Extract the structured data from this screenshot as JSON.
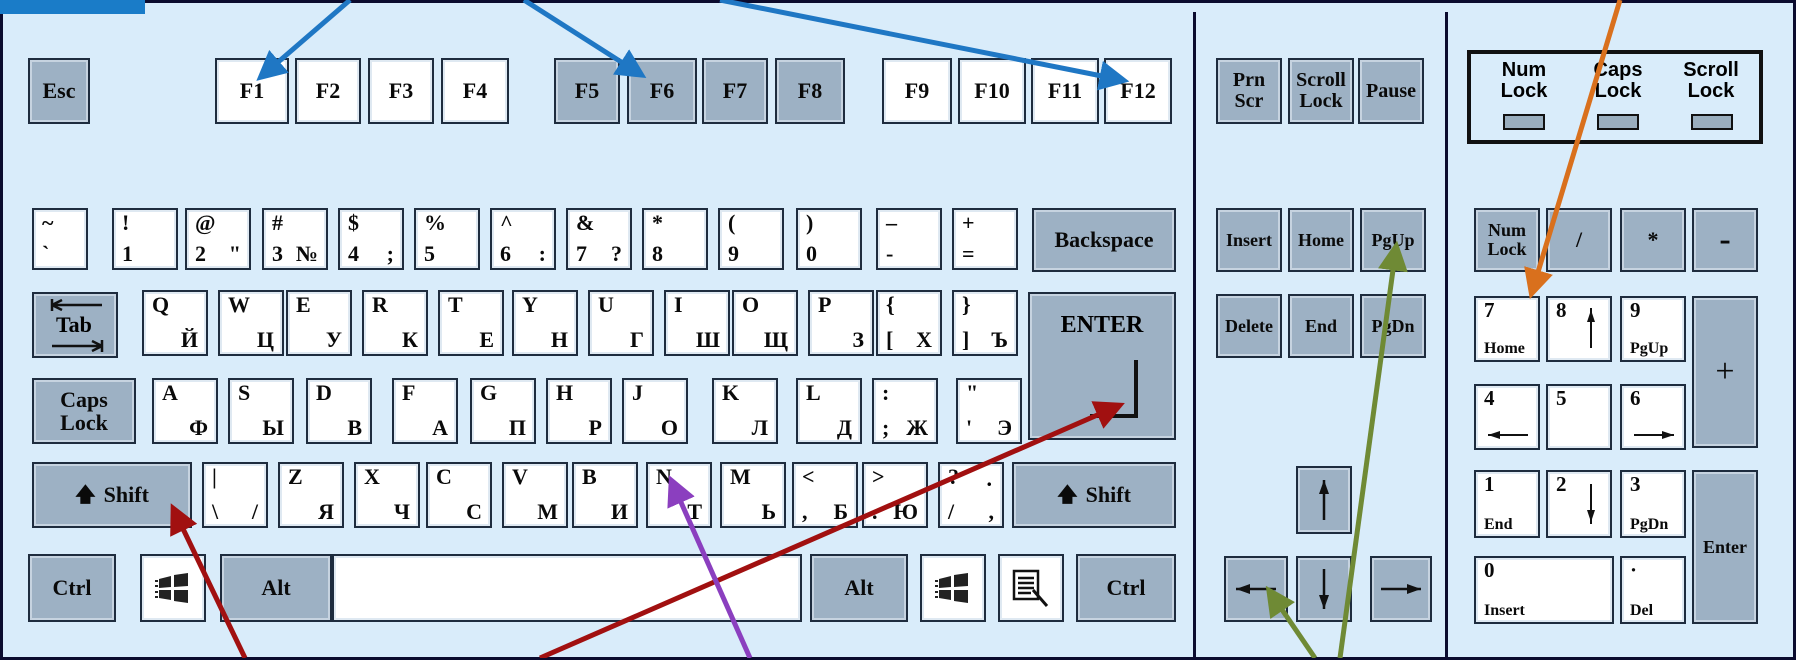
{
  "keyboard": {
    "function_row": {
      "esc": "Esc",
      "f1": "F1",
      "f2": "F2",
      "f3": "F3",
      "f4": "F4",
      "f5": "F5",
      "f6": "F6",
      "f7": "F7",
      "f8": "F8",
      "f9": "F9",
      "f10": "F10",
      "f11": "F11",
      "f12": "F12"
    },
    "number_row": [
      {
        "upper": "~",
        "lower": "`",
        "ru": ""
      },
      {
        "upper": "!",
        "lower": "1",
        "ru": ""
      },
      {
        "upper": "@",
        "lower": "2",
        "ru": "\""
      },
      {
        "upper": "#",
        "lower": "3",
        "ru": "№"
      },
      {
        "upper": "$",
        "lower": "4",
        "ru": ";"
      },
      {
        "upper": "%",
        "lower": "5",
        "ru": ""
      },
      {
        "upper": "^",
        "lower": "6",
        "ru": ":"
      },
      {
        "upper": "&",
        "lower": "7",
        "ru": "?"
      },
      {
        "upper": "*",
        "lower": "8",
        "ru": ""
      },
      {
        "upper": "(",
        "lower": "9",
        "ru": ""
      },
      {
        "upper": ")",
        "lower": "0",
        "ru": ""
      },
      {
        "upper": "–",
        "lower": "-",
        "ru": ""
      },
      {
        "upper": "+",
        "lower": "=",
        "ru": ""
      }
    ],
    "backspace": "Backspace",
    "tab": "Tab",
    "qwerty_row": [
      {
        "en": "Q",
        "ru": "Й"
      },
      {
        "en": "W",
        "ru": "Ц"
      },
      {
        "en": "E",
        "ru": "У"
      },
      {
        "en": "R",
        "ru": "К"
      },
      {
        "en": "T",
        "ru": "Е"
      },
      {
        "en": "Y",
        "ru": "Н"
      },
      {
        "en": "U",
        "ru": "Г"
      },
      {
        "en": "I",
        "ru": "Ш"
      },
      {
        "en": "O",
        "ru": "Щ"
      },
      {
        "en": "P",
        "ru": "З"
      },
      {
        "en": "{",
        "ru": "Х",
        "lower": "["
      },
      {
        "en": "}",
        "ru": "Ъ",
        "lower": "]"
      }
    ],
    "enter": "ENTER",
    "caps_lock": "Caps\nLock",
    "home_row": [
      {
        "en": "A",
        "ru": "Ф"
      },
      {
        "en": "S",
        "ru": "Ы"
      },
      {
        "en": "D",
        "ru": "В"
      },
      {
        "en": "F",
        "ru": "А"
      },
      {
        "en": "G",
        "ru": "П"
      },
      {
        "en": "H",
        "ru": "Р"
      },
      {
        "en": "J",
        "ru": "О"
      },
      {
        "en": "K",
        "ru": "Л"
      },
      {
        "en": "L",
        "ru": "Д"
      },
      {
        "en": ":",
        "ru": "Ж",
        "lower": ";"
      },
      {
        "en": "\"",
        "ru": "Э",
        "lower": "'"
      }
    ],
    "shift": "Shift",
    "bottom_row": [
      {
        "en": "|",
        "ru": "/",
        "lower": "\\"
      },
      {
        "en": "Z",
        "ru": "Я"
      },
      {
        "en": "X",
        "ru": "Ч"
      },
      {
        "en": "C",
        "ru": "С"
      },
      {
        "en": "V",
        "ru": "М"
      },
      {
        "en": "B",
        "ru": "И"
      },
      {
        "en": "N",
        "ru": "Т"
      },
      {
        "en": "M",
        "ru": "Ь"
      },
      {
        "en": "<",
        "ru": "Б",
        "lower": ","
      },
      {
        "en": ">",
        "ru": "Ю",
        "lower": "."
      },
      {
        "en": "?",
        "ru": ",",
        "lower": "/",
        "ru_upper": "."
      }
    ],
    "ctrl": "Ctrl",
    "alt": "Alt",
    "nav_cluster": {
      "prn_scr": "Prn\nScr",
      "scroll_lock": "Scroll\nLock",
      "pause": "Pause",
      "insert": "Insert",
      "home": "Home",
      "pgup": "PgUp",
      "delete": "Delete",
      "end": "End",
      "pgdn": "PgDn"
    },
    "indicators": [
      {
        "label": "Num\nLock"
      },
      {
        "label": "Caps\nLock"
      },
      {
        "label": "Scroll\nLock"
      }
    ],
    "numpad": {
      "num_lock": "Num\nLock",
      "divide": "/",
      "multiply": "*",
      "minus": "-",
      "plus": "+",
      "k7": "7",
      "k7_sub": "Home",
      "k8": "8",
      "k9": "9",
      "k9_sub": "PgUp",
      "k4": "4",
      "k5": "5",
      "k6": "6",
      "k1": "1",
      "k1_sub": "End",
      "k2": "2",
      "k3": "3",
      "k3_sub": "PgDn",
      "k0": "0",
      "k0_sub": "Insert",
      "dot": "·",
      "dot_sub": "Del",
      "enter": "Enter"
    }
  },
  "colors": {
    "background": "#d9ecfa",
    "gray_key": "#9db1c4",
    "white_key": "#ffffff",
    "arrow_blue": "#1f77c4",
    "arrow_orange": "#d9701d",
    "arrow_red": "#a11010",
    "arrow_purple": "#8b3fbf",
    "arrow_green": "#6f8a35"
  },
  "icons": [
    "windows-logo-icon",
    "context-menu-icon",
    "arrow-up-icon",
    "arrow-down-icon",
    "arrow-left-icon",
    "arrow-right-icon",
    "tab-arrows-icon",
    "enter-return-icon"
  ]
}
